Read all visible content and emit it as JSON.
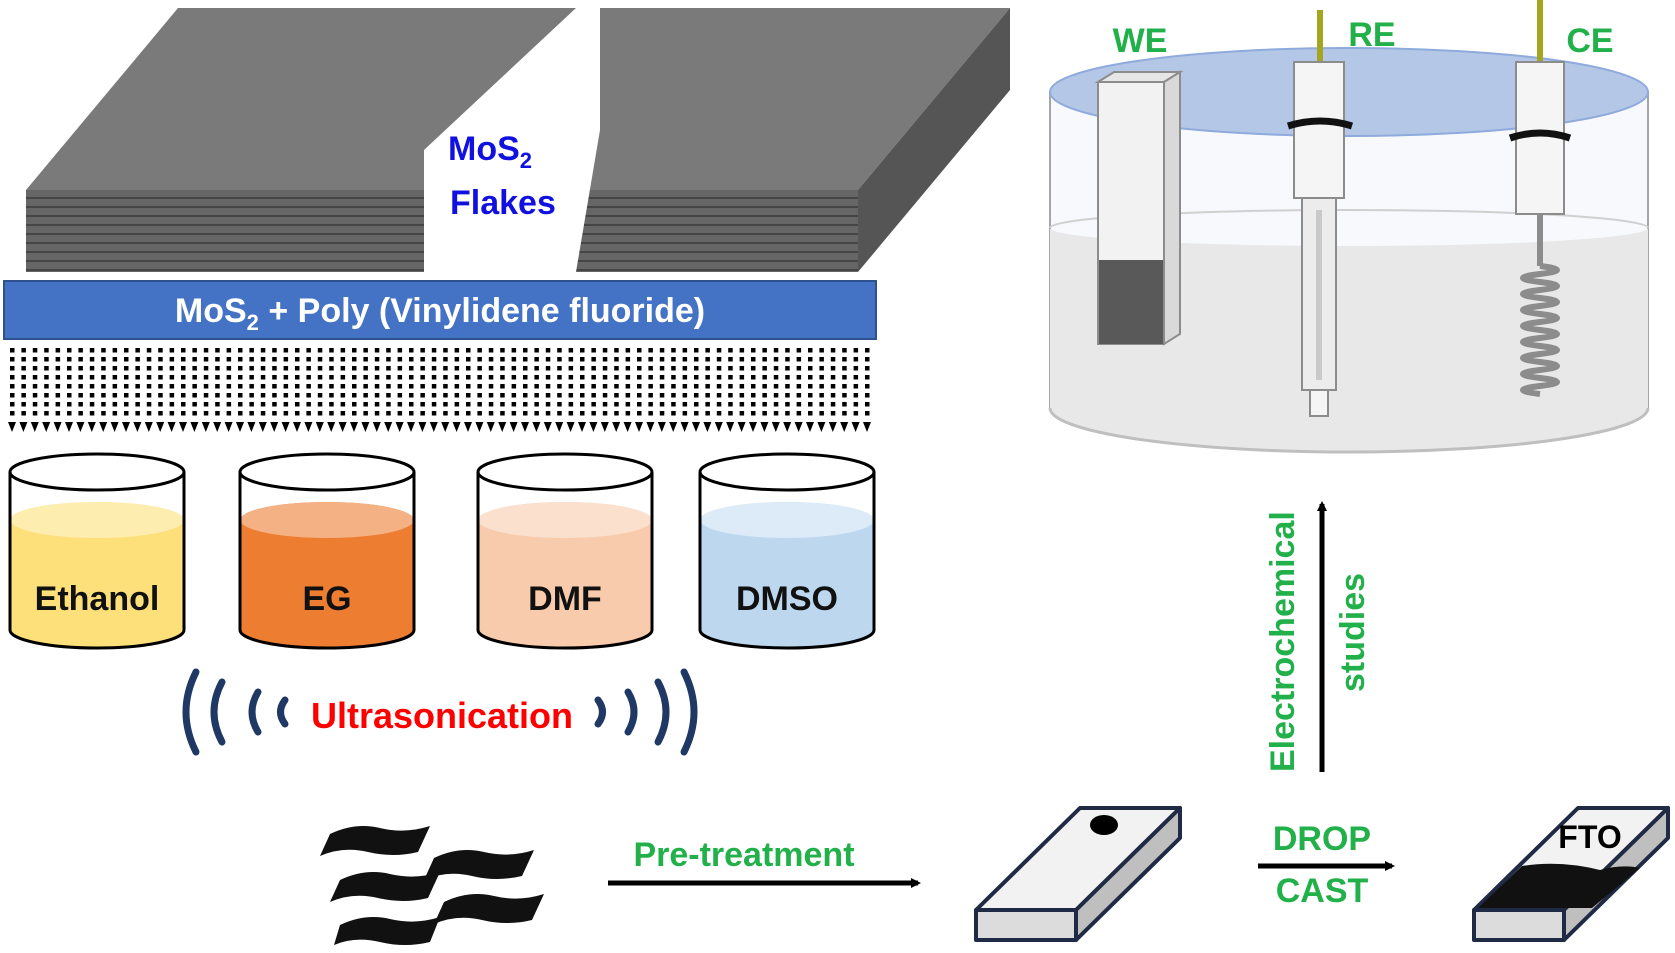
{
  "labels": {
    "flakes_line1": "MoS",
    "flakes_sub": "2",
    "flakes_line2": "Flakes",
    "bar_mos": "MoS",
    "bar_sub": "2",
    "bar_rest": " + Poly  (Vinylidene fluoride)",
    "ultrasonication": "Ultrasonication",
    "pretreatment": "Pre-treatment",
    "drop": "DROP",
    "cast": "CAST",
    "fto": "FTO",
    "electrochemical": "Electrochemical",
    "studies": "studies",
    "we": "WE",
    "re": "RE",
    "ce": "CE"
  },
  "solvents": [
    {
      "name": "Ethanol",
      "fill": "#fde07a",
      "top": "#fdeeb0"
    },
    {
      "name": "EG",
      "fill": "#ed7d31",
      "top": "#f4b183"
    },
    {
      "name": "DMF",
      "fill": "#f8cbad",
      "top": "#fbe0cd"
    },
    {
      "name": "DMSO",
      "fill": "#bdd7ee",
      "top": "#dcebf7"
    }
  ],
  "colors": {
    "blue_text": "#1010e0",
    "green_text": "#22b04a",
    "red_text": "#ff0000",
    "bar": "#4472c4",
    "flake": "#6f6f6f",
    "wave": "#1f3864"
  }
}
